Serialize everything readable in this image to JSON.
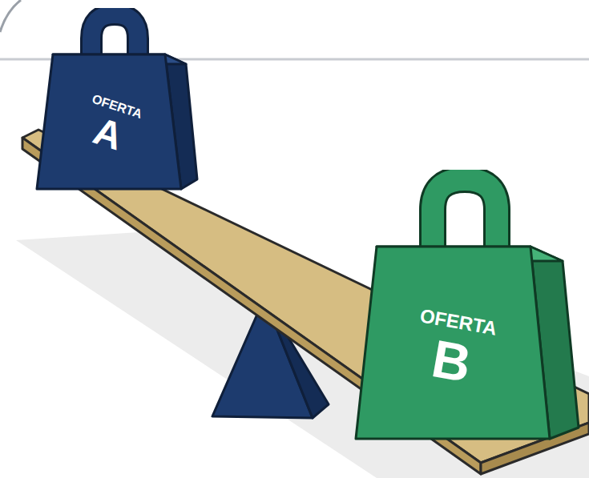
{
  "diagram": {
    "nodes": [
      {
        "text": [
          "OFERTA",
          "A"
        ]
      },
      {
        "text": [
          "OFERTA",
          "B"
        ]
      }
    ]
  }
}
